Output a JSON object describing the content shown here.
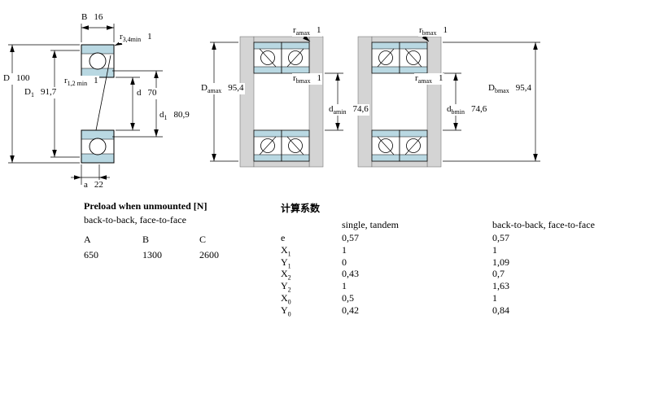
{
  "colors": {
    "bearing_fill": "#b9d8e2",
    "steel_fill": "#d4d4d4",
    "line": "#000000"
  },
  "dims": {
    "B": {
      "base": "B",
      "sub": "",
      "value": "16"
    },
    "r34": {
      "base": "r",
      "sub": "3,4min",
      "value": "1"
    },
    "D": {
      "base": "D",
      "sub": "",
      "value": "100"
    },
    "D1": {
      "base": "D",
      "sub": "1",
      "value": "91,7"
    },
    "r12": {
      "base": "r",
      "sub": "1,2 min",
      "value": "1"
    },
    "d": {
      "base": "d",
      "sub": "",
      "value": "70"
    },
    "d1": {
      "base": "d",
      "sub": "1",
      "value": "80,9"
    },
    "a": {
      "base": "a",
      "sub": "",
      "value": "22"
    },
    "ramax1": {
      "base": "r",
      "sub": "amax",
      "value": "1"
    },
    "Damax": {
      "base": "D",
      "sub": "amax",
      "value": "95,4"
    },
    "rbmax1": {
      "base": "r",
      "sub": "bmax",
      "value": "1"
    },
    "damin": {
      "base": "d",
      "sub": "amin",
      "value": "74,6"
    },
    "rbmax2": {
      "base": "r",
      "sub": "bmax",
      "value": "1"
    },
    "ramax2": {
      "base": "r",
      "sub": "amax",
      "value": "1"
    },
    "dbmin": {
      "base": "d",
      "sub": "bmin",
      "value": "74,6"
    },
    "Dbmax": {
      "base": "D",
      "sub": "bmax",
      "value": "95,4"
    }
  },
  "preload": {
    "title": "Preload when unmounted [N]",
    "subtitle": "back-to-back, face-to-face",
    "columns": [
      {
        "label": "A",
        "value": "650"
      },
      {
        "label": "B",
        "value": "1300"
      },
      {
        "label": "C",
        "value": "2600"
      }
    ]
  },
  "factors": {
    "title": "计算系数",
    "col_single": "single, tandem",
    "col_paired": "back-to-back, face-to-face",
    "rows": [
      {
        "base": "e",
        "sub": "",
        "single": "0,57",
        "paired": "0,57"
      },
      {
        "base": "X",
        "sub": "1",
        "single": "1",
        "paired": "1"
      },
      {
        "base": "Y",
        "sub": "1",
        "single": "0",
        "paired": "1,09"
      },
      {
        "base": "X",
        "sub": "2",
        "single": "0,43",
        "paired": "0,7"
      },
      {
        "base": "Y",
        "sub": "2",
        "single": "1",
        "paired": "1,63"
      },
      {
        "base": "X",
        "sub": "0",
        "single": "0,5",
        "paired": "1"
      },
      {
        "base": "Y",
        "sub": "0",
        "single": "0,42",
        "paired": "0,84"
      }
    ]
  }
}
